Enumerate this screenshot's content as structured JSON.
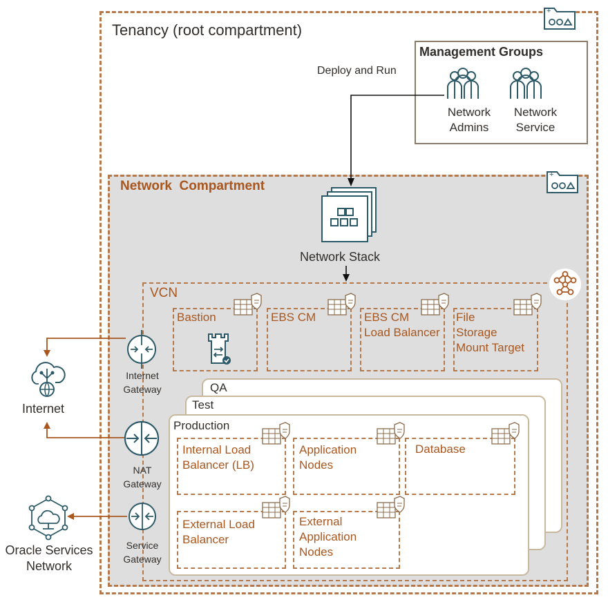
{
  "tenancy": {
    "title": "Tenancy (root compartment)"
  },
  "management": {
    "title": "Management Groups",
    "groups": [
      {
        "label": "Network\nAdmins"
      },
      {
        "label": "Network\nService"
      }
    ]
  },
  "deploy_label": "Deploy and Run",
  "network_compartment": {
    "title": "Network  Compartment"
  },
  "network_stack": {
    "label": "Network Stack"
  },
  "vcn": {
    "label": "VCN",
    "subnets": [
      {
        "label": "Bastion"
      },
      {
        "label": "EBS CM"
      },
      {
        "label": "EBS CM\nLoad Balancer"
      },
      {
        "label": "File\nStorage\nMount Target"
      }
    ]
  },
  "environments": {
    "qa": "QA",
    "test": "Test",
    "production": "Production"
  },
  "production_subnets": [
    {
      "label": "Internal Load\nBalancer (LB)"
    },
    {
      "label": "Application\nNodes"
    },
    {
      "label": "Database"
    },
    {
      "label": "External Load\nBalancer"
    },
    {
      "label": "External\nApplication\nNodes"
    }
  ],
  "gateways": {
    "internet": "Internet\nGateway",
    "nat": "NAT\nGateway",
    "service": "Service\nGateway"
  },
  "external": {
    "internet": "Internet",
    "oracle_services": "Oracle Services\nNetwork"
  },
  "colors": {
    "accent": "#a8561e",
    "dash": "#b5784a",
    "icon_teal": "#2c5967",
    "compartment_fill": "#dedede"
  }
}
